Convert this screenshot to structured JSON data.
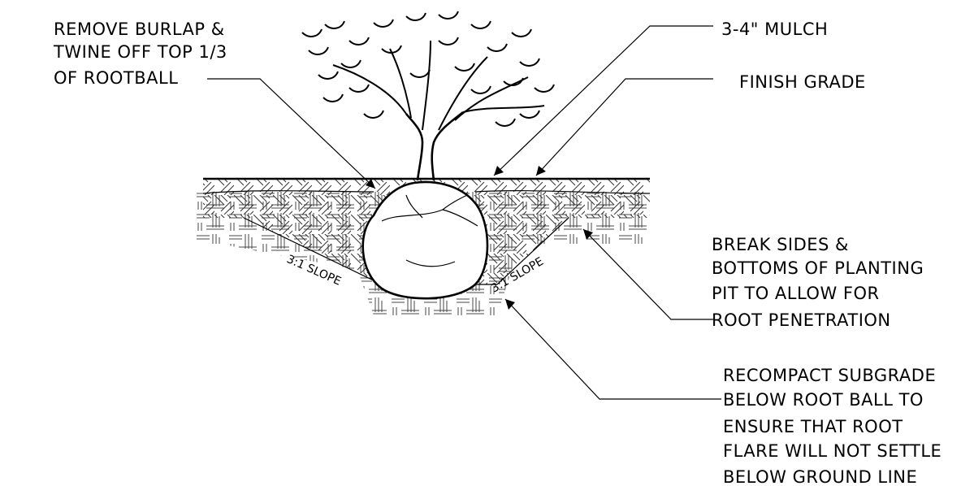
{
  "labels": {
    "burlap": [
      "REMOVE BURLAP &",
      "TWINE OFF TOP 1/3",
      "OF ROOTBALL"
    ],
    "mulch": [
      "3-4\" MULCH"
    ],
    "grade": [
      "FINISH GRADE"
    ],
    "break": [
      "BREAK SIDES &",
      "BOTTOMS OF PLANTING",
      "PIT TO ALLOW FOR",
      "ROOT PENETRATION"
    ],
    "recompact": [
      "RECOMPACT SUBGRADE",
      "BELOW ROOT BALL TO",
      "ENSURE THAT ROOT",
      "FLARE WILL NOT SETTLE",
      "BELOW GROUND LINE"
    ]
  },
  "slopes": {
    "left": "3:1 SLOPE",
    "right": "3:1 SLOPE"
  },
  "colors": {
    "line": "#000000",
    "background": "#ffffff"
  }
}
